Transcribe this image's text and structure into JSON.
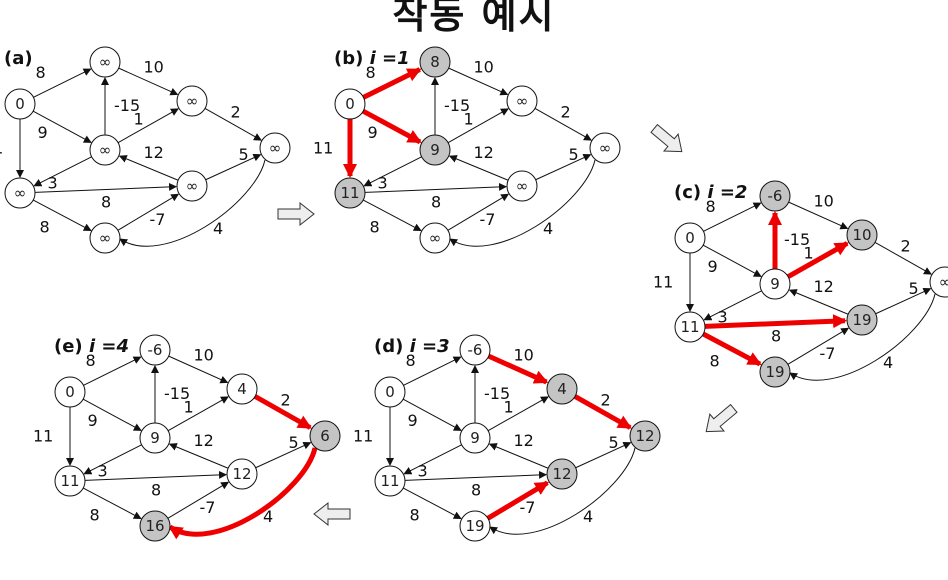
{
  "title": "작동 예시",
  "panels": [
    {
      "id": "a",
      "label": "(a)",
      "iter": "",
      "ox": 0,
      "oy": 0,
      "values": [
        "0",
        "∞",
        "∞",
        "∞",
        "∞",
        "∞",
        "∞"
      ],
      "gray": [],
      "red": []
    },
    {
      "id": "b",
      "label": "(b)",
      "iter": "i =1",
      "ox": 330,
      "oy": 0,
      "values": [
        "0",
        "8",
        "9",
        "11",
        "∞",
        "∞",
        "∞"
      ],
      "gray": [
        1,
        2,
        3
      ],
      "red": [
        "0-1",
        "0-2",
        "0-3"
      ]
    },
    {
      "id": "c",
      "label": "(c)",
      "iter": "i =2",
      "ox": 670,
      "oy": 134,
      "values": [
        "0",
        "-6",
        "9",
        "11",
        "10",
        "19",
        "19"
      ],
      "gray": [
        1,
        4,
        5,
        6
      ],
      "red": [
        "2-1",
        "2-4",
        "3-5",
        "3-6"
      ]
    },
    {
      "id": "d",
      "label": "(d)",
      "iter": "i =3",
      "ox": 370,
      "oy": 288,
      "values": [
        "0",
        "-6",
        "9",
        "11",
        "4",
        "12",
        "19"
      ],
      "gray": [
        4,
        5,
        7
      ],
      "red": [
        "1-4",
        "4-7",
        "6-5"
      ]
    },
    {
      "id": "e",
      "label": "(e)",
      "iter": "i =4",
      "ox": 50,
      "oy": 288,
      "values": [
        "0",
        "-6",
        "9",
        "11",
        "4",
        "12",
        "16"
      ],
      "gray": [
        7,
        6
      ],
      "red": [
        "4-7",
        "7-6"
      ]
    }
  ],
  "extra_values": {
    "a": "∞",
    "b": "∞",
    "c": "∞",
    "d": "12",
    "e": "6"
  },
  "edge_weights": {
    "0-1": "8",
    "1-4": "10",
    "0-2": "9",
    "2-1": "-15",
    "2-4": "1",
    "0-3": "11",
    "2-3": "3",
    "3-5": "8",
    "5-2": "12",
    "4-7": "2",
    "3-6": "8",
    "6-5": "-7",
    "5-7": "5",
    "7-6": "4"
  }
}
